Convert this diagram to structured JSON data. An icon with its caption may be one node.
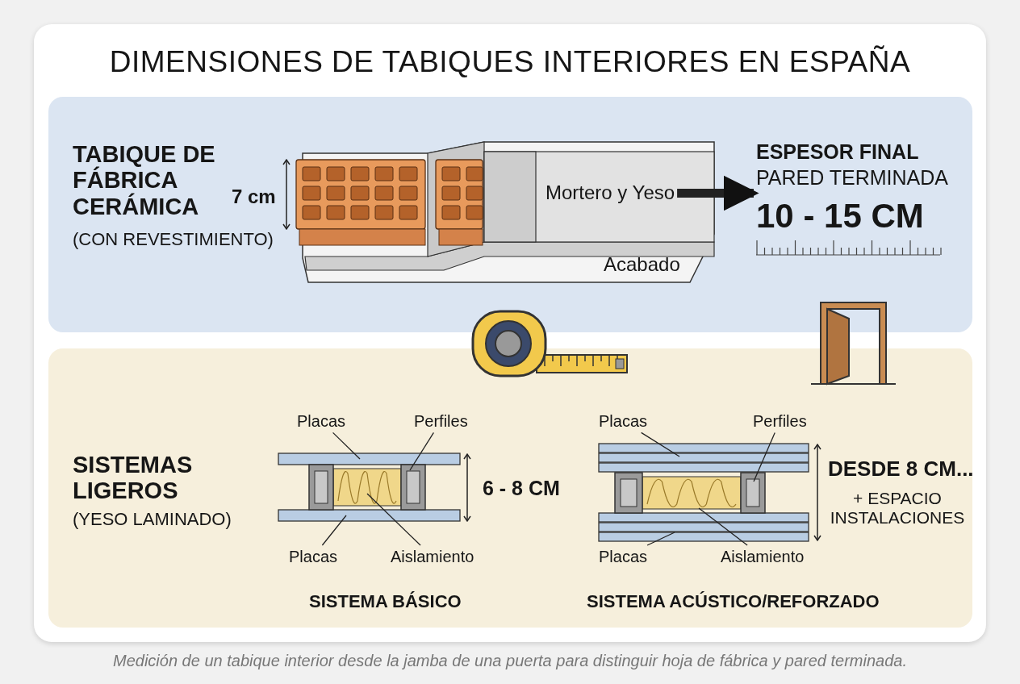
{
  "diagram": {
    "title": "DIMENSIONES DE TABIQUES INTERIORES EN ESPAÑA",
    "caption": "Medición de un tabique interior desde la jamba de una puerta para distinguir hoja de fábrica y pared terminada.",
    "nodes": [
      {
        "text": [
          "TABIQUE DE FÁBRICA CERÁMICA",
          "(CON REVESTIMIENTO)"
        ]
      },
      {
        "text": [
          "Mortero y Yeso"
        ],
        "in": 0
      },
      {
        "text": [
          "ESPESOR FINAL",
          "PARED TERMINADA",
          "10 - 15 CM"
        ],
        "in": 0
      },
      {
        "text": [
          "SISTEMAS LIGEROS",
          "(YESO LAMINADO)"
        ]
      },
      {
        "text": [
          "Placas"
        ],
        "in": 3
      },
      {
        "text": [
          "Perfiles"
        ],
        "in": 3
      },
      {
        "text": [
          "Placas"
        ],
        "in": 3
      },
      {
        "text": [
          "Aislamiento"
        ],
        "in": 3
      },
      {
        "text": [
          "Placas"
        ],
        "in": 3
      },
      {
        "text": [
          "Perfiles"
        ],
        "in": 3
      },
      {
        "text": [
          "Placas"
        ],
        "in": 3
      },
      {
        "text": [
          "Aislamiento"
        ],
        "in": 3
      }
    ],
    "edges": [
      {
        "from": 1,
        "to": 2,
        "arrow": "to",
        "style": "thick"
      },
      {
        "from": 4,
        "to": null,
        "arrow": "none"
      },
      {
        "from": 5,
        "to": null,
        "arrow": "none"
      },
      {
        "from": 6,
        "to": null,
        "arrow": "none"
      },
      {
        "from": 7,
        "to": null,
        "arrow": "none"
      },
      {
        "from": 8,
        "to": null,
        "arrow": "none"
      },
      {
        "from": 9,
        "to": null,
        "arrow": "none"
      },
      {
        "from": 10,
        "to": null,
        "arrow": "none"
      },
      {
        "from": 11,
        "to": null,
        "arrow": "none"
      }
    ],
    "labels": [
      "7 cm",
      "Acabado",
      "6 - 8 CM",
      "DESDE 8 CM...",
      "+ ESPACIO INSTALACIONES",
      "SISTEMA BÁSICO",
      "SISTEMA ACÚSTICO/REFORZADO"
    ]
  }
}
